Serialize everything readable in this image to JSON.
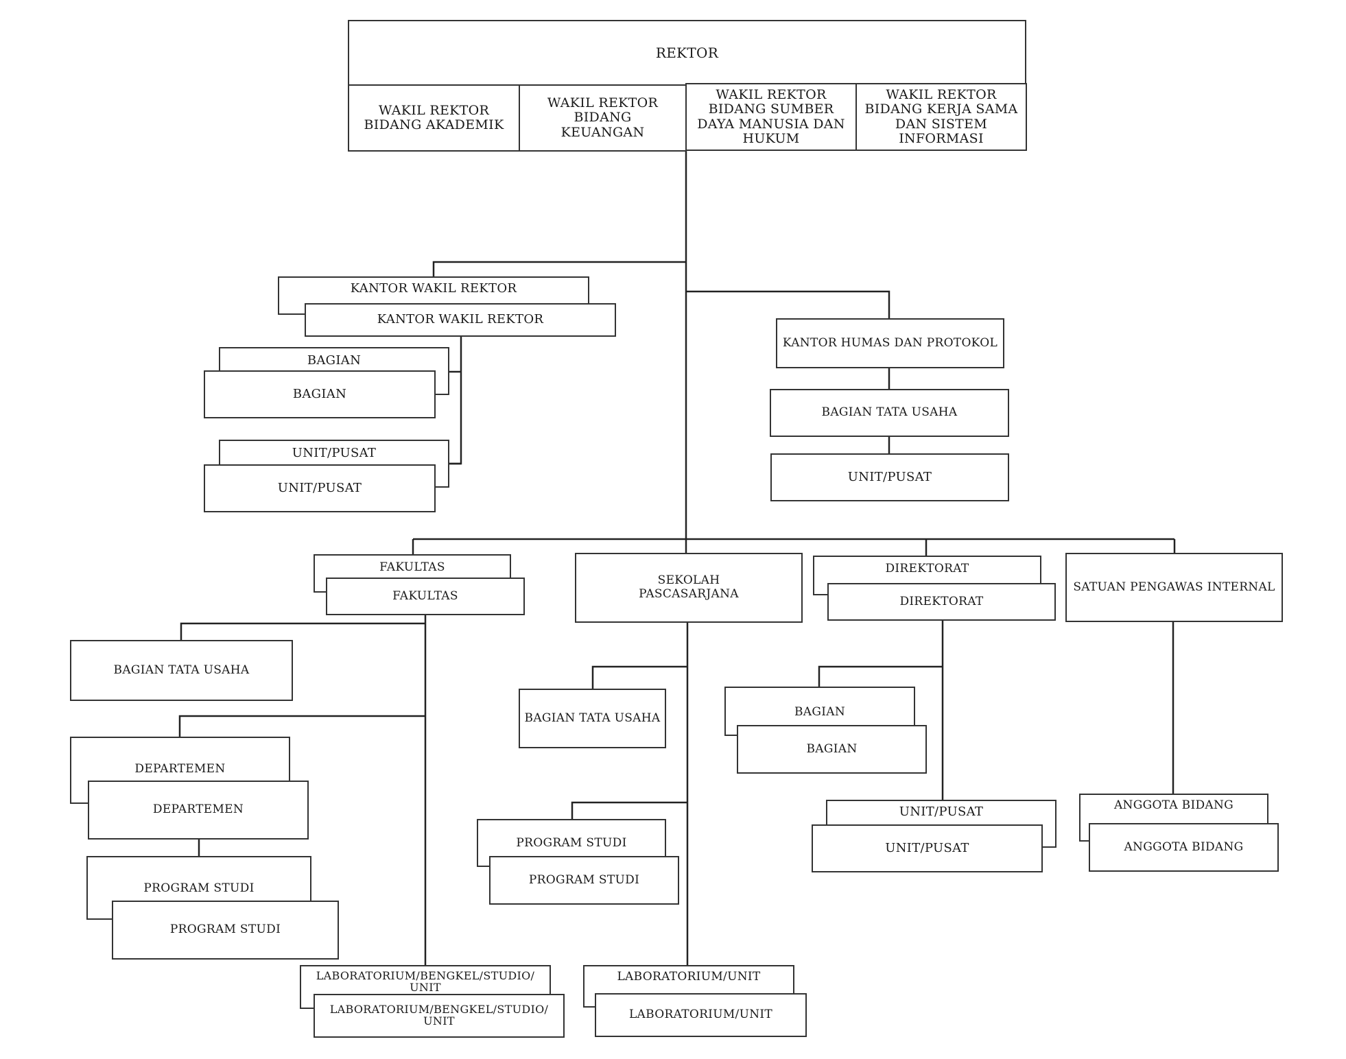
{
  "rektor": "REKTOR",
  "wakil_rektor": [
    "WAKIL REKTOR\nBIDANG AKADEMIK",
    "WAKIL REKTOR\nBIDANG\nKEUANGAN",
    "WAKIL REKTOR\nBIDANG SUMBER\nDAYA MANUSIA DAN\nHUKUM",
    "WAKIL REKTOR\nBIDANG KERJA SAMA\nDAN SISTEM\nINFORMASI"
  ],
  "kantor_wakil_rektor": [
    "KANTOR WAKIL REKTOR",
    "KANTOR WAKIL REKTOR"
  ],
  "kwr_bagian": [
    "BAGIAN",
    "BAGIAN"
  ],
  "kwr_unit_pusat": [
    "UNIT/PUSAT",
    "UNIT/PUSAT"
  ],
  "kantor_humas": "KANTOR HUMAS DAN PROTOKOL",
  "humas_bagian_tata_usaha": "BAGIAN TATA USAHA",
  "humas_unit_pusat": "UNIT/PUSAT",
  "fakultas": [
    "FAKULTAS",
    "FAKULTAS"
  ],
  "sekolah_pascasarjana": "SEKOLAH\nPASCASARJANA",
  "direktorat": [
    "DIREKTORAT",
    "DIREKTORAT"
  ],
  "satuan_pengawas_internal": "SATUAN PENGAWAS INTERNAL",
  "fak_bagian_tata_usaha": "BAGIAN TATA USAHA",
  "fak_departemen": [
    "DEPARTEMEN",
    "DEPARTEMEN"
  ],
  "fak_program_studi": [
    "PROGRAM STUDI",
    "PROGRAM STUDI"
  ],
  "fak_laboratorium": [
    "LABORATORIUM/BENGKEL/STUDIO/\nUNIT",
    "LABORATORIUM/BENGKEL/STUDIO/\nUNIT"
  ],
  "sps_bagian_tata_usaha": "BAGIAN TATA USAHA",
  "sps_program_studi": [
    "PROGRAM STUDI",
    "PROGRAM STUDI"
  ],
  "sps_laboratorium": [
    "LABORATORIUM/UNIT",
    "LABORATORIUM/UNIT"
  ],
  "dir_bagian": [
    "BAGIAN",
    "BAGIAN"
  ],
  "dir_unit_pusat": [
    "UNIT/PUSAT",
    "UNIT/PUSAT"
  ],
  "spi_anggota_bidang": [
    "ANGGOTA BIDANG",
    "ANGGOTA BIDANG"
  ]
}
